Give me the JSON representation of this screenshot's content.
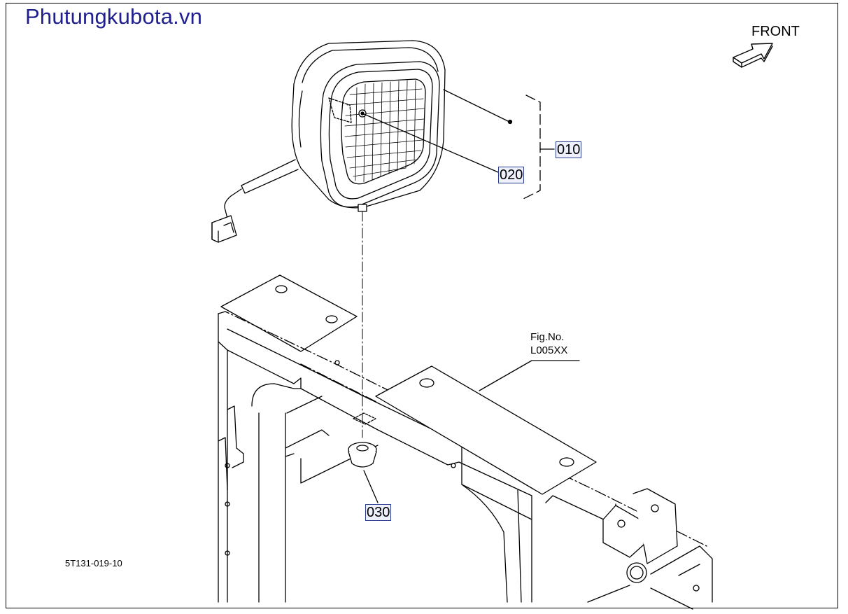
{
  "brand": {
    "text": "Phutungkubota.vn",
    "color": "#1f1f8f"
  },
  "diagram": {
    "orientation_label": "FRONT",
    "figure_reference": {
      "line1": "Fig.No.",
      "line2": "L005XX"
    },
    "drawing_code": "5T131-019-10",
    "callouts": [
      {
        "id": "010",
        "label": "010"
      },
      {
        "id": "020",
        "label": "020"
      },
      {
        "id": "030",
        "label": "030"
      }
    ],
    "icons": {
      "front_arrow": "front-arrow-icon"
    },
    "colors": {
      "line": "#000000",
      "callout_border": "#2b3d8f",
      "callout_fill": "#eef1fb"
    }
  }
}
